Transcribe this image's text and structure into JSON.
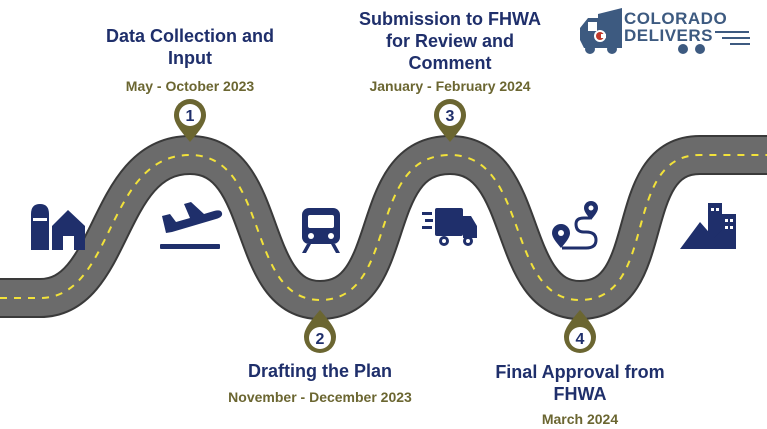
{
  "logo": {
    "line1": "COLORADO",
    "line2": "DELIVERS"
  },
  "colors": {
    "road": "#6b6b6b",
    "road_edge": "#3a3a3a",
    "dash": "#f2e23a",
    "navy": "#1f2f6b",
    "olive": "#6b6631",
    "logo": "#3d5a80",
    "pin_fill": "#ffffff"
  },
  "steps": [
    {
      "number": "1",
      "title": "Data Collection and Input",
      "date": "May - October 2023"
    },
    {
      "number": "2",
      "title": "Drafting the Plan",
      "date": "November - December 2023"
    },
    {
      "number": "3",
      "title": "Submission to FHWA for Review and Comment",
      "date": "January - February 2024"
    },
    {
      "number": "4",
      "title": "Final Approval from FHWA",
      "date": "March 2024"
    }
  ],
  "icons": [
    "farm-icon",
    "airplane-icon",
    "train-icon",
    "delivery-truck-icon",
    "route-icon",
    "mountain-city-icon"
  ]
}
